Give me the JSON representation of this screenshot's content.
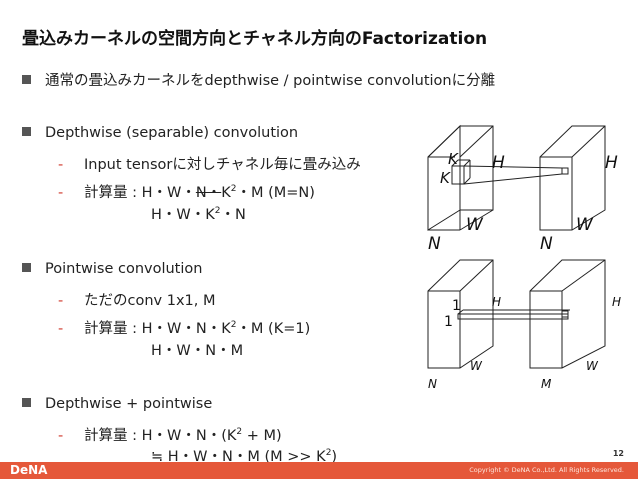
{
  "title": "畳込みカーネルの空間方向とチャネル方向のFactorization",
  "bullets": {
    "b1": "通常の畳込みカーネルをdepthwise / pointwise convolutionに分離",
    "b2": "Depthwise (separable) convolution",
    "b2_sub1": "Input tensorに対しチャネル毎に畳み込み",
    "b2_sub2_prefix": "計算量 : H・W・",
    "b2_sub2_strike": "N・",
    "b2_sub2_k": "K",
    "b2_sub2_sup": "2",
    "b2_sub2_suffix": "・M (M=N)",
    "b2_line2_a": "H・W・K",
    "b2_line2_sup": "2",
    "b2_line2_b": "・N",
    "b3": "Pointwise convolution",
    "b3_sub1": "ただのconv 1x1, M",
    "b3_sub2_a": "計算量 : H・W・N・K",
    "b3_sub2_sup": "2",
    "b3_sub2_b": "・M (K=1)",
    "b3_line2": "H・W・N・M",
    "b4": "Depthwise + pointwise",
    "b4_sub1_a": "計算量 : H・W・N・(K",
    "b4_sub1_sup": "2",
    "b4_sub1_b": " + M)",
    "b4_line2_a": "≒ H・W・N・M (M >> K",
    "b4_line2_sup": "2",
    "b4_line2_b": ")"
  },
  "diagram_top": {
    "K1": "K",
    "K2": "K",
    "H_left": "H",
    "W_left": "W",
    "N_left": "N",
    "H_right": "H",
    "W_right": "W",
    "N_right": "N"
  },
  "diagram_bottom": {
    "one1": "1",
    "one2": "1",
    "H_left": "H",
    "W_left": "W",
    "N_left": "N",
    "H_right": "H",
    "W_right": "W",
    "M_right": "M"
  },
  "footer": {
    "logo": "DeNA",
    "copyright": "Copyright © DeNA Co.,Ltd. All Rights Reserved.",
    "page": "12"
  },
  "colors": {
    "accent": "#e5583a",
    "dash": "#d0382b"
  }
}
